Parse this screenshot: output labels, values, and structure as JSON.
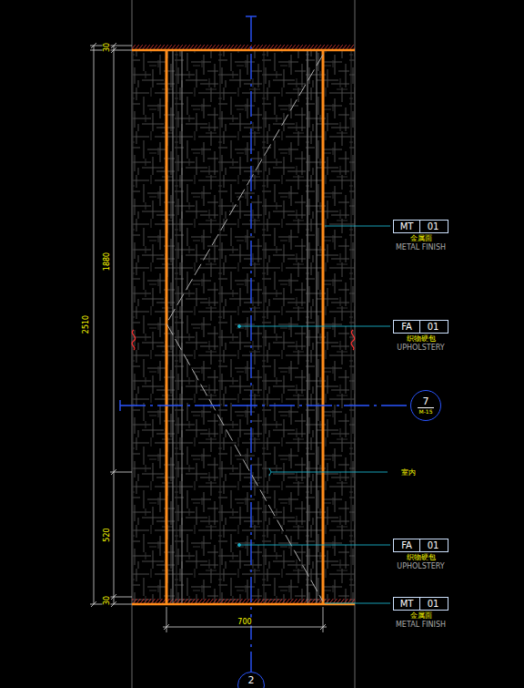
{
  "diagram": {
    "nodes": [
      {
        "text": [
          "MT",
          "01",
          "金属面",
          "METAL FINISH"
        ]
      },
      {
        "text": [
          "FA",
          "01",
          "织物硬包",
          "UPHOLSTERY"
        ]
      },
      {
        "text": [
          "7",
          "M-15"
        ]
      },
      {
        "text": [
          "FA",
          "01",
          "织物硬包",
          "UPHOLSTERY"
        ]
      },
      {
        "text": [
          "MT",
          "01",
          "金属面",
          "METAL FINISH"
        ]
      },
      {
        "text": [
          "2"
        ]
      }
    ],
    "labels": [
      "30",
      "1880",
      "2510",
      "520",
      "30",
      "700",
      "室内"
    ]
  }
}
